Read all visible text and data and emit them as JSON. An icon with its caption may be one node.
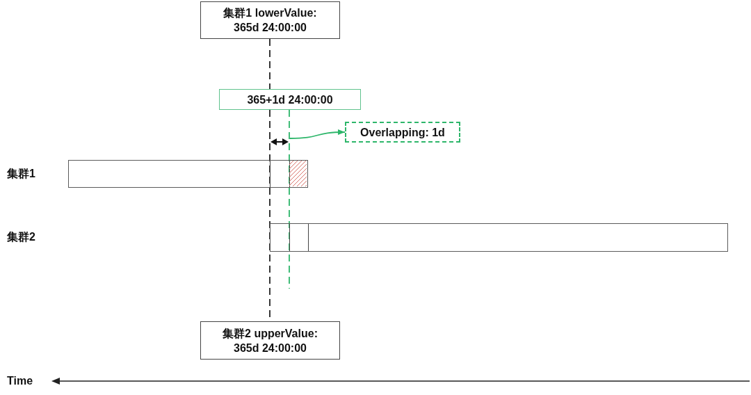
{
  "diagram": {
    "nodes": [
      {
        "text": [
          "集群1 lowerValue: 365d 24:00:00"
        ]
      },
      {
        "text": [
          "365+1d 24:00:00"
        ]
      },
      {
        "text": [
          "Overlapping: 1d"
        ]
      },
      {
        "text": [
          "集群2 upperValue: 365d 24:00:00"
        ]
      }
    ],
    "edges": [
      {
        "from": 0,
        "to": 1,
        "arrow": "none",
        "style": "dashed",
        "color": "#222222"
      },
      {
        "from": 1,
        "to": 3,
        "arrow": "none",
        "style": "dashed",
        "color": "#222222"
      },
      {
        "from": 1,
        "to": null,
        "arrow": "none",
        "style": "dashed",
        "color": "#2db66a"
      },
      {
        "from": null,
        "to": 2,
        "arrow": "to",
        "color": "#2db66a"
      }
    ],
    "labels": [
      "集群1",
      "集群2",
      "Time"
    ]
  }
}
